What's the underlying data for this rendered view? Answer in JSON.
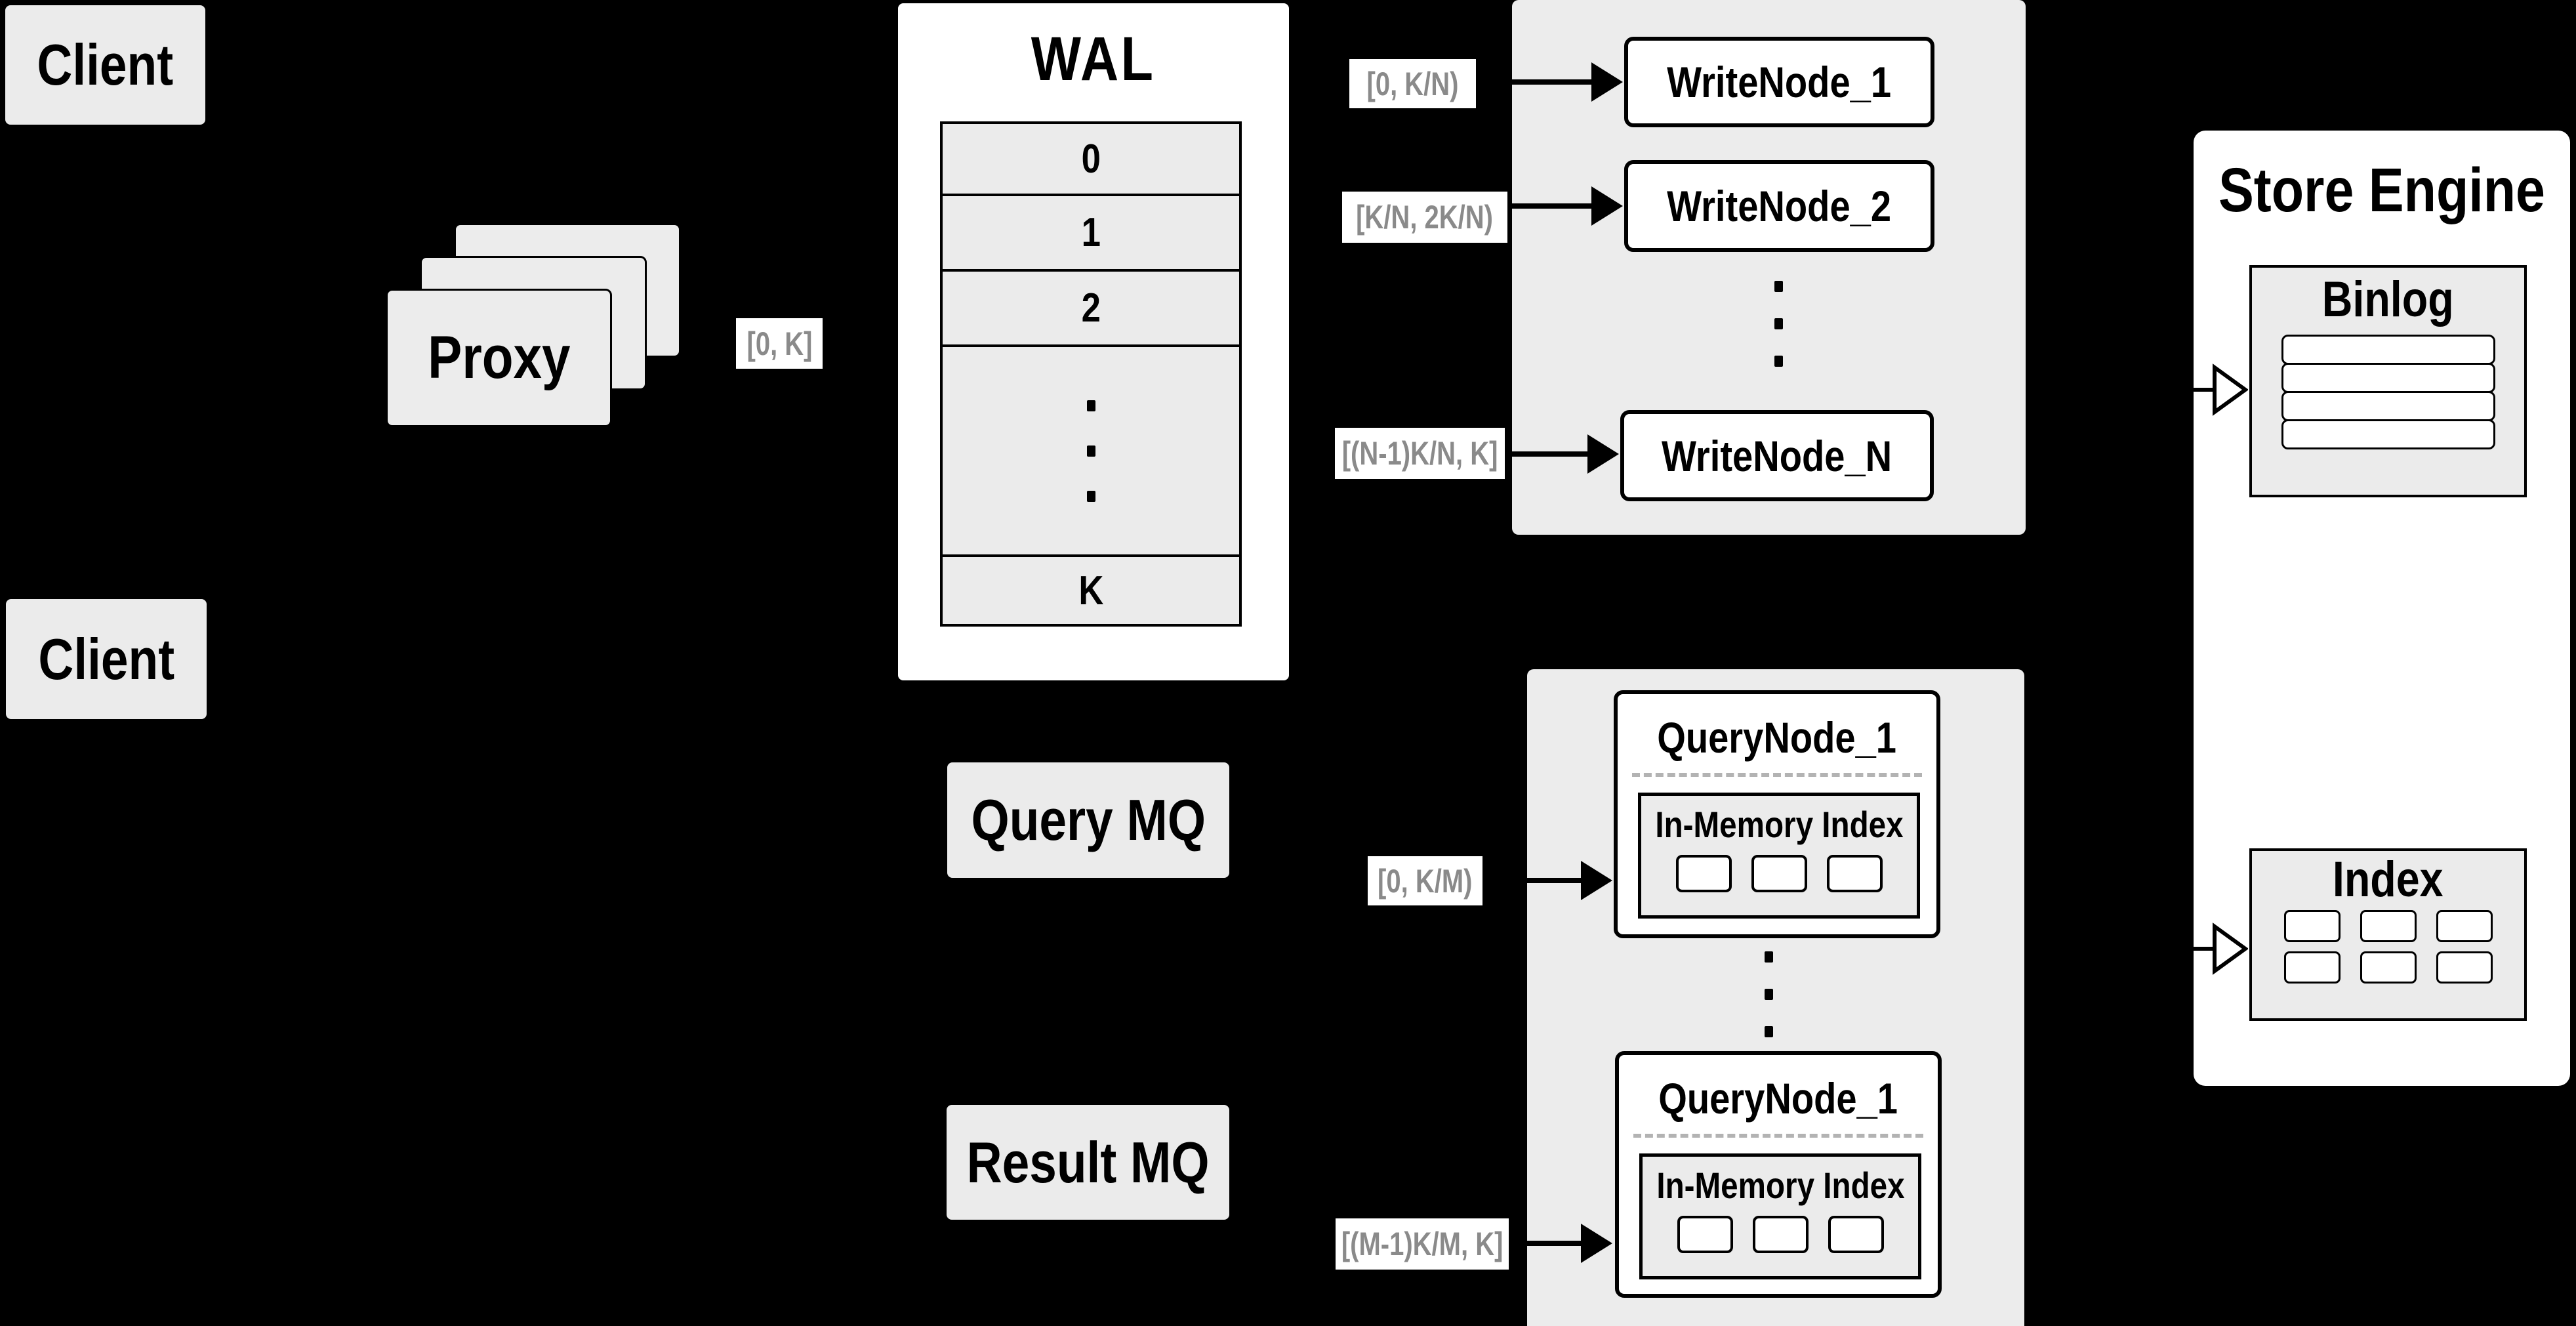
{
  "colors": {
    "background": "#000000",
    "panel_gray": "#ececec",
    "box_gray": "#ebebeb",
    "box_white": "#ffffff",
    "line_black": "#000000",
    "range_text_gray": "#8a8a8a",
    "dashed_divider_gray": "#b3b3b3"
  },
  "clients": {
    "top_label": "Client",
    "bottom_label": "Client"
  },
  "proxy": {
    "label": "Proxy",
    "range_label": "[0, K]"
  },
  "wal": {
    "title": "WAL",
    "rows": [
      "0",
      "1",
      "2"
    ],
    "last_row": "K"
  },
  "write_cluster": {
    "nodes": [
      {
        "label": "WriteNode_1",
        "range": "[0, K/N)"
      },
      {
        "label": "WriteNode_2",
        "range": "[K/N, 2K/N)"
      },
      {
        "label": "WriteNode_N",
        "range": "[(N-1)K/N, K]"
      }
    ]
  },
  "query_cluster": {
    "query_mq_label": "Query MQ",
    "result_mq_label": "Result MQ",
    "nodes": [
      {
        "title": "QueryNode_1",
        "memory_label": "In-Memory Index",
        "range": "[0, K/M)"
      },
      {
        "title": "QueryNode_1",
        "memory_label": "In-Memory Index",
        "range": "[(M-1)K/M, K]"
      }
    ]
  },
  "store_engine": {
    "title": "Store Engine",
    "binlog_label": "Binlog",
    "index_label": "Index"
  }
}
